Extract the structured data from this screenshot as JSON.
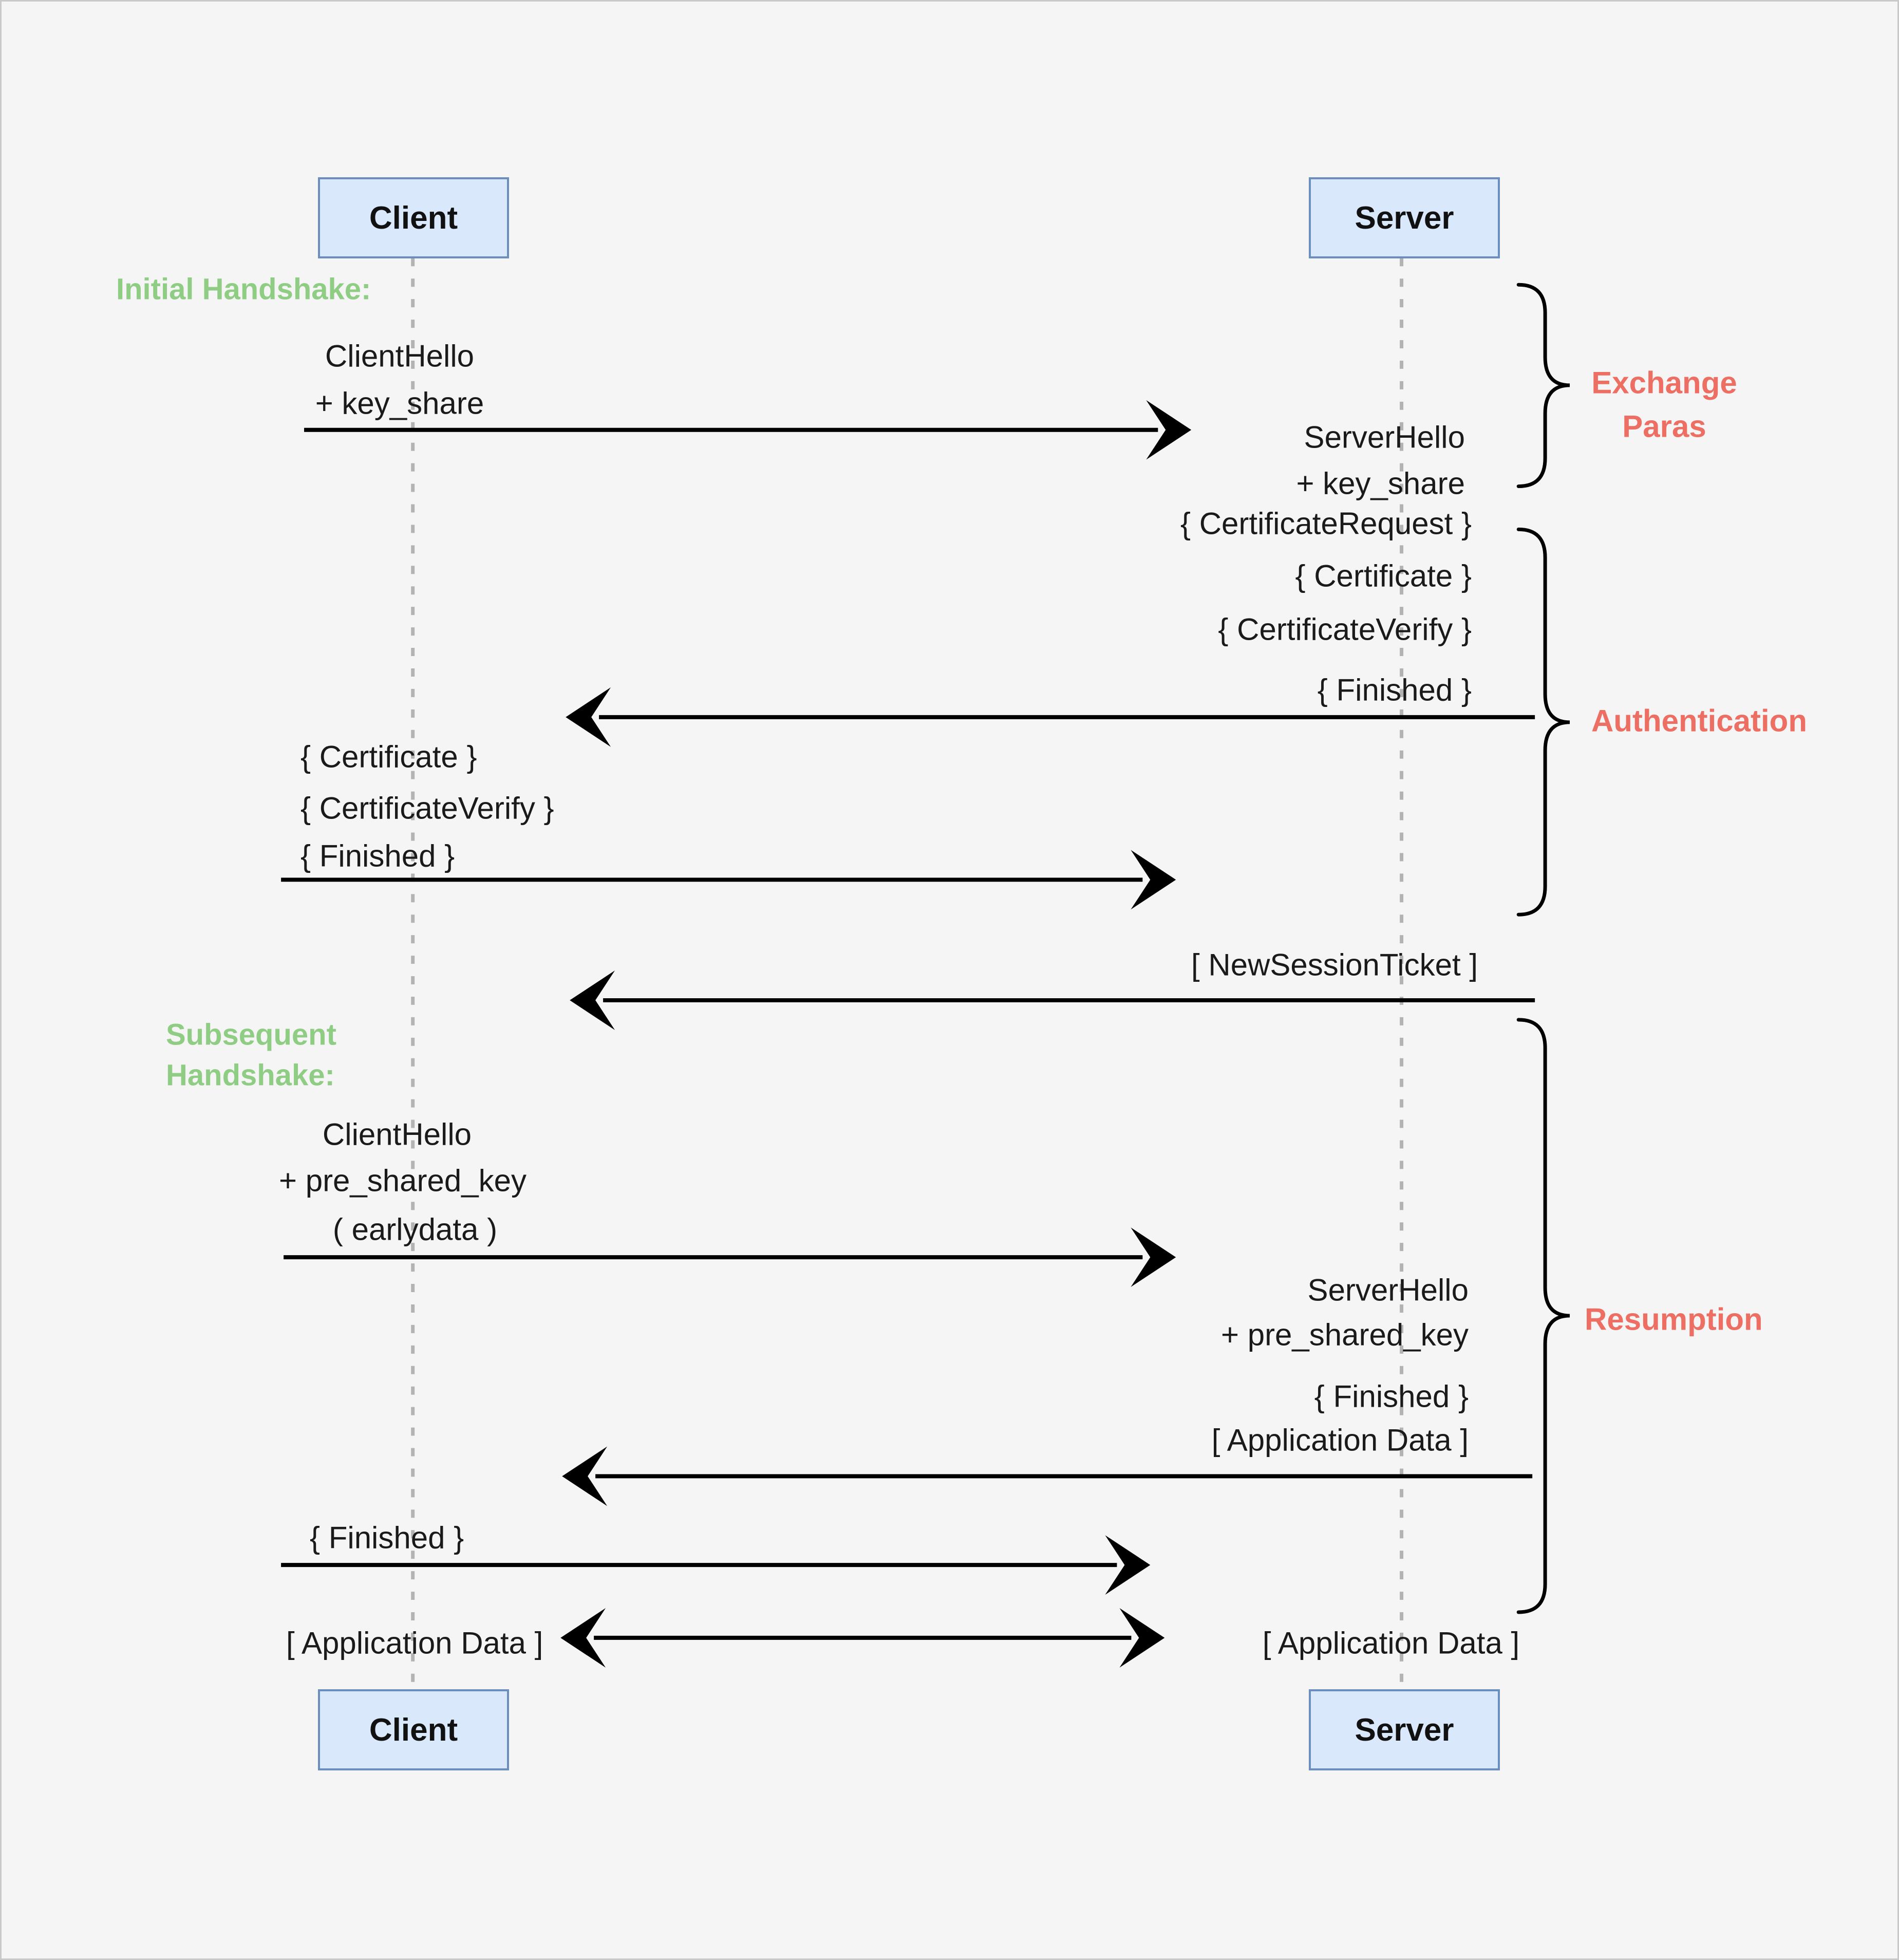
{
  "actors": {
    "client_top": "Client",
    "server_top": "Server",
    "client_bottom": "Client",
    "server_bottom": "Server"
  },
  "sections": {
    "initial": "Initial Handshake:",
    "subsequent_line1": "Subsequent",
    "subsequent_line2": "Handshake:"
  },
  "phases": {
    "exchange_line1": "Exchange",
    "exchange_line2": "Paras",
    "authentication": "Authentication",
    "resumption": "Resumption"
  },
  "messages": {
    "client_hello_1": "ClientHello",
    "key_share_client": "+ key_share",
    "server_hello_1": "ServerHello",
    "key_share_server": "+ key_share",
    "certificate_request": "{ CertificateRequest }",
    "certificate_server": "{ Certificate }",
    "certificate_verify_server": "{ CertificateVerify }",
    "finished_server_1": "{ Finished }",
    "certificate_client": "{ Certificate }",
    "certificate_verify_client": "{ CertificateVerify }",
    "finished_client_1": "{ Finished }",
    "new_session_ticket": "[ NewSessionTicket ]",
    "client_hello_2": "ClientHello",
    "pre_shared_key_client": "+ pre_shared_key",
    "early_data": "( earlydata )",
    "server_hello_2": "ServerHello",
    "pre_shared_key_server": "+ pre_shared_key",
    "finished_server_2": "{ Finished }",
    "app_data_server_1": "[ Application Data ]",
    "finished_client_2": "{ Finished }",
    "app_data_client": "[ Application Data ]",
    "app_data_server_2": "[ Application Data ]"
  },
  "colors": {
    "background": "#f5f5f5",
    "section_label_green": "#90cd84",
    "phase_label_salmon": "#ed6f63",
    "actor_fill": "#dae8fc",
    "actor_border": "#6c8ebf",
    "lifeline_gray": "#b3b3b3",
    "arrow_black": "#000000"
  }
}
